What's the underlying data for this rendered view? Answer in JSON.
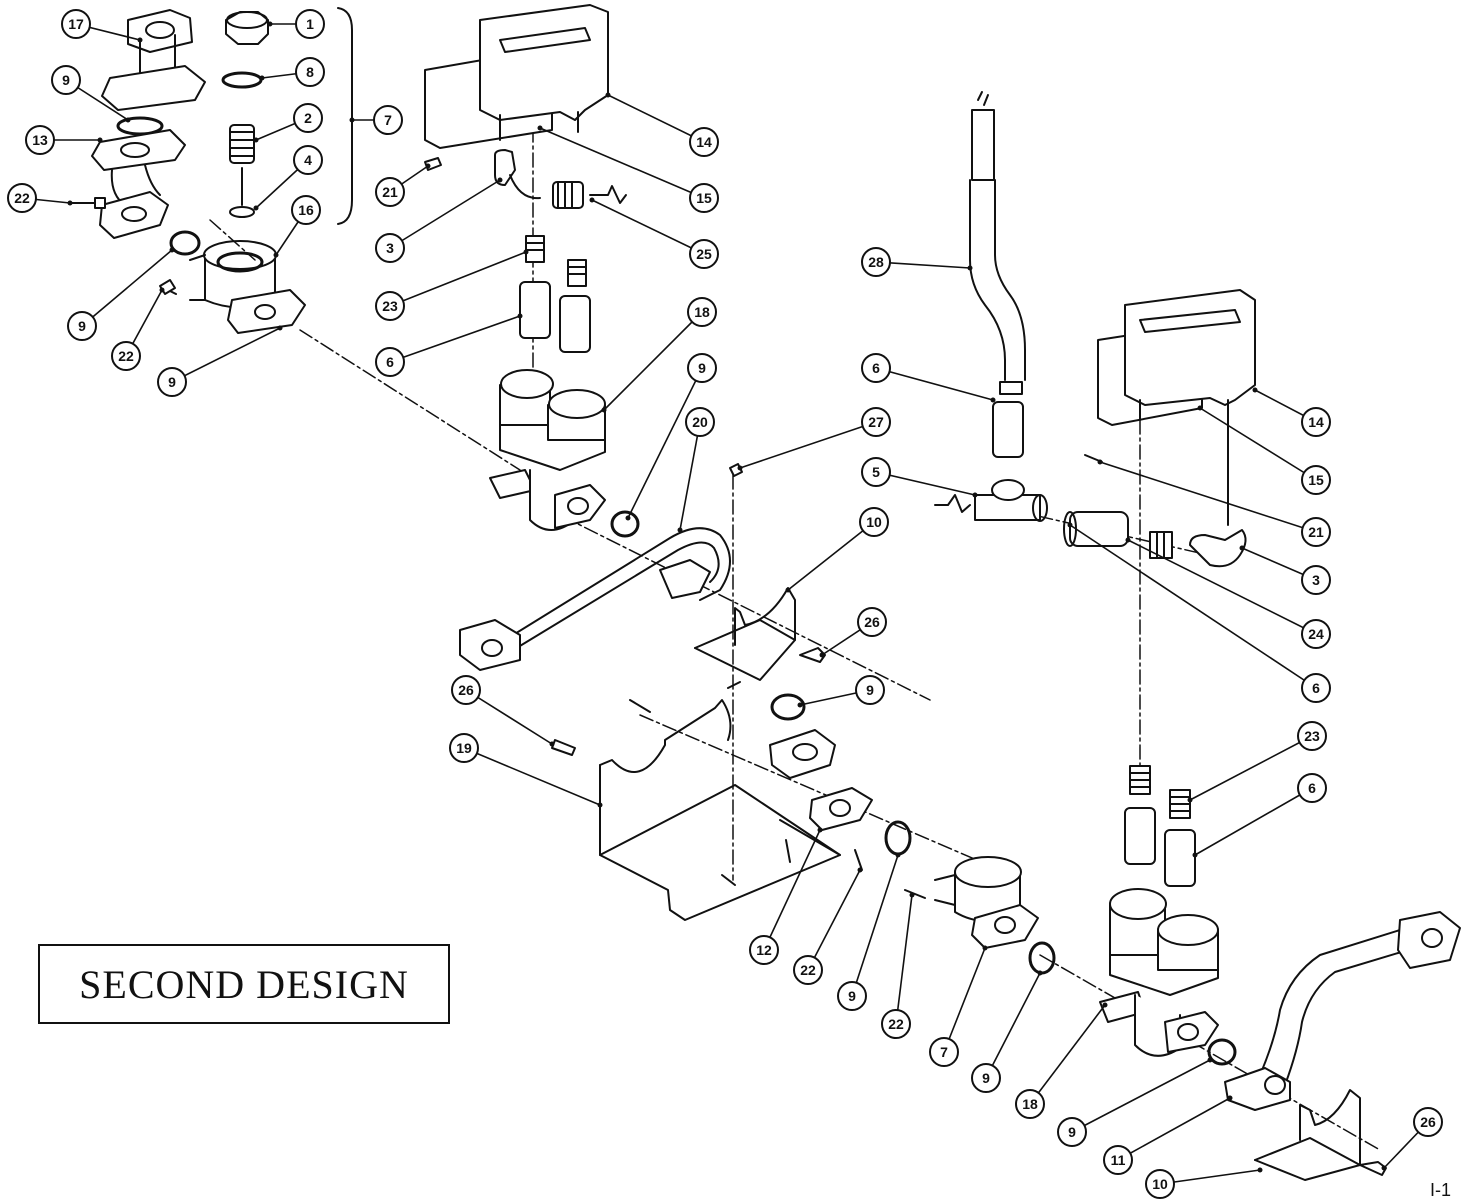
{
  "design_label": "SECOND DESIGN",
  "corner_mark": "I-1",
  "callouts": [
    {
      "id": "c1",
      "label": "1"
    },
    {
      "id": "c8",
      "label": "8"
    },
    {
      "id": "c2",
      "label": "2"
    },
    {
      "id": "c4",
      "label": "4"
    },
    {
      "id": "c16",
      "label": "16"
    },
    {
      "id": "c7a",
      "label": "7"
    },
    {
      "id": "c17",
      "label": "17"
    },
    {
      "id": "c9a",
      "label": "9"
    },
    {
      "id": "c13",
      "label": "13"
    },
    {
      "id": "c22a",
      "label": "22"
    },
    {
      "id": "c9b",
      "label": "9"
    },
    {
      "id": "c22b",
      "label": "22"
    },
    {
      "id": "c9c",
      "label": "9"
    },
    {
      "id": "c14a",
      "label": "14"
    },
    {
      "id": "c15a",
      "label": "15"
    },
    {
      "id": "c21a",
      "label": "21"
    },
    {
      "id": "c3a",
      "label": "3"
    },
    {
      "id": "c25",
      "label": "25"
    },
    {
      "id": "c23a",
      "label": "23"
    },
    {
      "id": "c6a",
      "label": "6"
    },
    {
      "id": "c18a",
      "label": "18"
    },
    {
      "id": "c9d",
      "label": "9"
    },
    {
      "id": "c20",
      "label": "20"
    },
    {
      "id": "c27",
      "label": "27"
    },
    {
      "id": "c10a",
      "label": "10"
    },
    {
      "id": "c26a",
      "label": "26"
    },
    {
      "id": "c9e",
      "label": "9"
    },
    {
      "id": "c26b",
      "label": "26"
    },
    {
      "id": "c19",
      "label": "19"
    },
    {
      "id": "c28",
      "label": "28"
    },
    {
      "id": "c6b",
      "label": "6"
    },
    {
      "id": "c5",
      "label": "5"
    },
    {
      "id": "c14b",
      "label": "14"
    },
    {
      "id": "c15b",
      "label": "15"
    },
    {
      "id": "c21b",
      "label": "21"
    },
    {
      "id": "c3b",
      "label": "3"
    },
    {
      "id": "c24",
      "label": "24"
    },
    {
      "id": "c6c",
      "label": "6"
    },
    {
      "id": "c23b",
      "label": "23"
    },
    {
      "id": "c6d",
      "label": "6"
    },
    {
      "id": "c12",
      "label": "12"
    },
    {
      "id": "c22c",
      "label": "22"
    },
    {
      "id": "c9f",
      "label": "9"
    },
    {
      "id": "c22d",
      "label": "22"
    },
    {
      "id": "c7b",
      "label": "7"
    },
    {
      "id": "c9g",
      "label": "9"
    },
    {
      "id": "c18b",
      "label": "18"
    },
    {
      "id": "c9h",
      "label": "9"
    },
    {
      "id": "c11",
      "label": "11"
    },
    {
      "id": "c10b",
      "label": "10"
    },
    {
      "id": "c26c",
      "label": "26"
    }
  ]
}
